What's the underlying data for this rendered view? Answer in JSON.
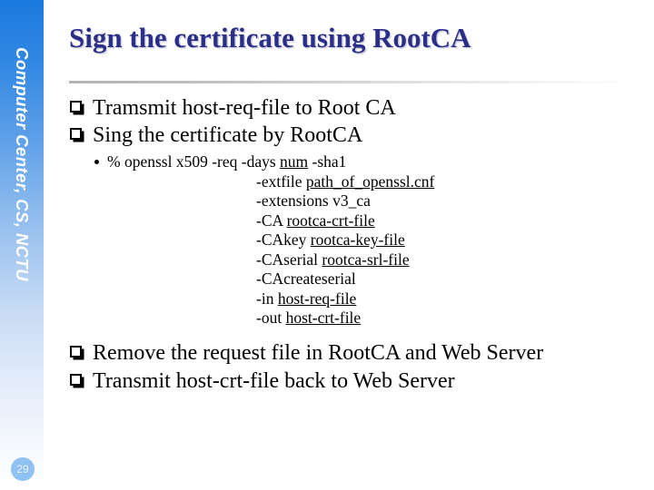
{
  "slide": {
    "title": "Sign the certificate using RootCA",
    "page_number": "29",
    "sidebar_text": "Computer Center, CS, NCTU",
    "accent_color": "#1b7ade",
    "title_color": "#2c2f87"
  },
  "bullets": {
    "b1": "Tramsmit host-req-file to Root CA",
    "b2": "Sing the certificate by RootCA",
    "b3": "Remove the request file in RootCA and Web Server",
    "b4": "Transmit host-crt-file back to Web Server"
  },
  "command": {
    "line1_prefix": "% openssl x509 -req -days ",
    "line1_arg": "num",
    "line1_suffix": " -sha1",
    "line2_prefix": "-extfile ",
    "line2_arg": "path_of_openssl.cnf",
    "line3_plain": "-extensions v3_ca",
    "line4_prefix": "-CA ",
    "line4_arg": "rootca-crt-file",
    "line5_prefix": "-CAkey ",
    "line5_arg": "rootca-key-file",
    "line6_prefix": "-CAserial ",
    "line6_arg": "rootca-srl-file",
    "line7_plain": "-CAcreateserial",
    "line8_prefix": "-in ",
    "line8_arg": "host-req-file",
    "line9_prefix": "-out ",
    "line9_arg": "host-crt-file"
  }
}
